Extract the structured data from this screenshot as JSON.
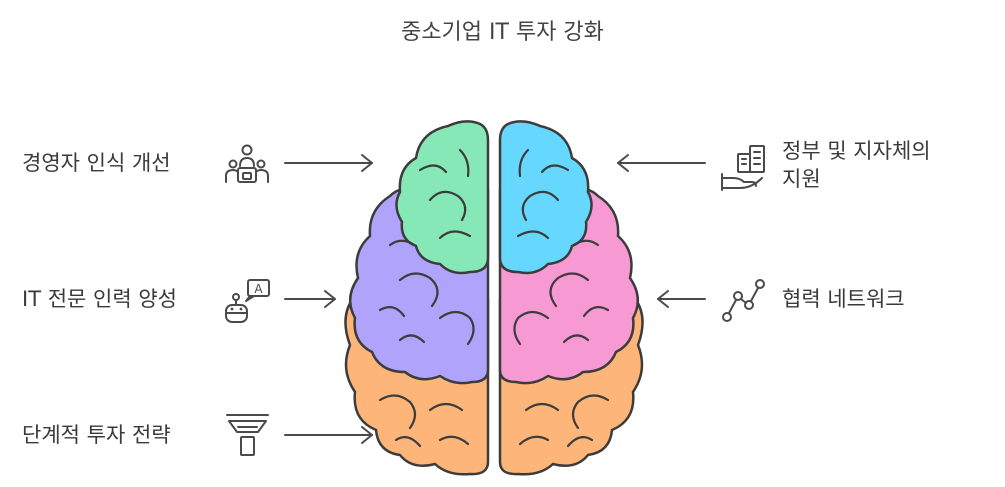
{
  "title": "중소기업 IT 투자 강화",
  "left_items": [
    {
      "label": "경영자 인식 개선",
      "icon": "people-meeting-icon"
    },
    {
      "label": "IT 전문 인력 양성",
      "icon": "robot-teacher-icon"
    },
    {
      "label": "단계적 투자 전략",
      "icon": "funnel-icon"
    }
  ],
  "right_items": [
    {
      "label_line1": "정부 및 지자체의",
      "label_line2": "지원",
      "icon": "hand-buildings-icon"
    },
    {
      "label_line1": "협력 네트워크",
      "icon": "network-nodes-icon"
    }
  ],
  "colors": {
    "green": "#86E8B6",
    "blue": "#66D7FF",
    "purple": "#B0A3FB",
    "pink": "#F799D3",
    "orange": "#FDB57A",
    "outline": "#3c3c3c"
  }
}
